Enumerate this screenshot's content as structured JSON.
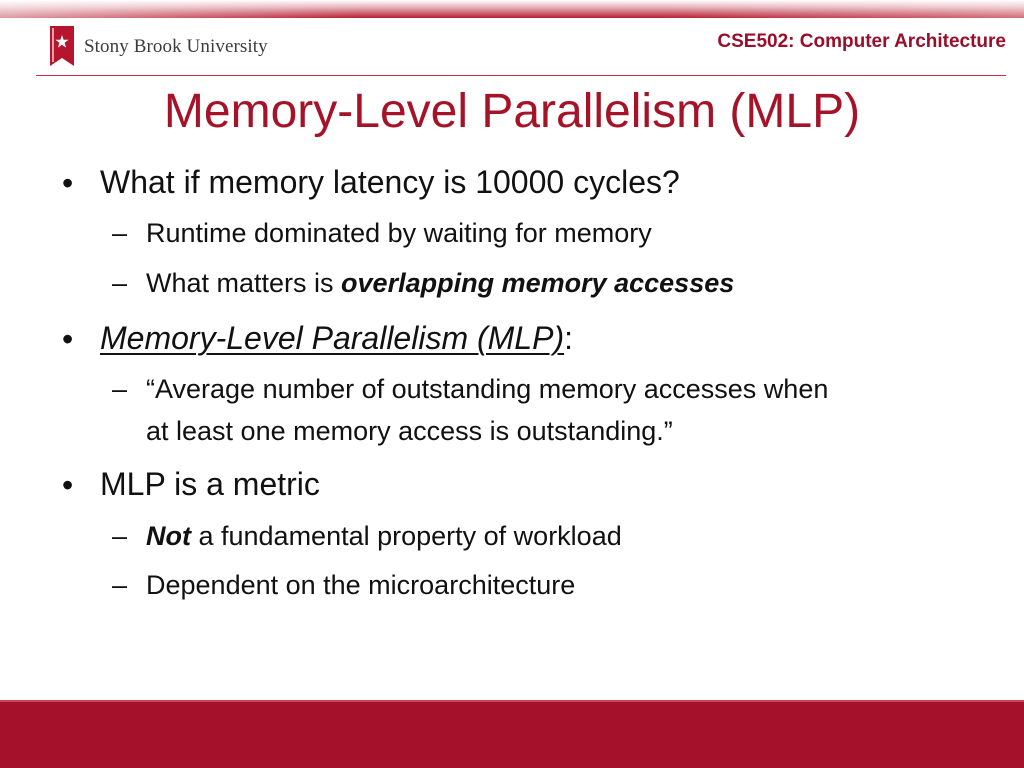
{
  "header": {
    "logo_text": "Stony Brook University",
    "course": "CSE502: Computer Architecture",
    "brand_color": "#a51328"
  },
  "slide": {
    "title": "Memory-Level Parallelism (MLP)",
    "bullets": [
      {
        "text": "What if memory latency is 10000 cycles?",
        "subs": [
          {
            "text": "Runtime dominated by waiting for memory"
          },
          {
            "prefix": "What matters is ",
            "emphasis": "overlapping memory accesses"
          }
        ]
      },
      {
        "term": "Memory-Level Parallelism (MLP)",
        "suffix": ":",
        "subs": [
          {
            "line1": "“Average number of outstanding memory accesses when",
            "line2": "at least one memory access is outstanding.”"
          }
        ]
      },
      {
        "text": "MLP is a metric",
        "subs": [
          {
            "emphasis": "Not",
            "suffix": " a fundamental property of workload"
          },
          {
            "text": "Dependent on the microarchitecture"
          }
        ]
      }
    ],
    "bullet_glyph": "•",
    "dash_glyph": "–"
  }
}
